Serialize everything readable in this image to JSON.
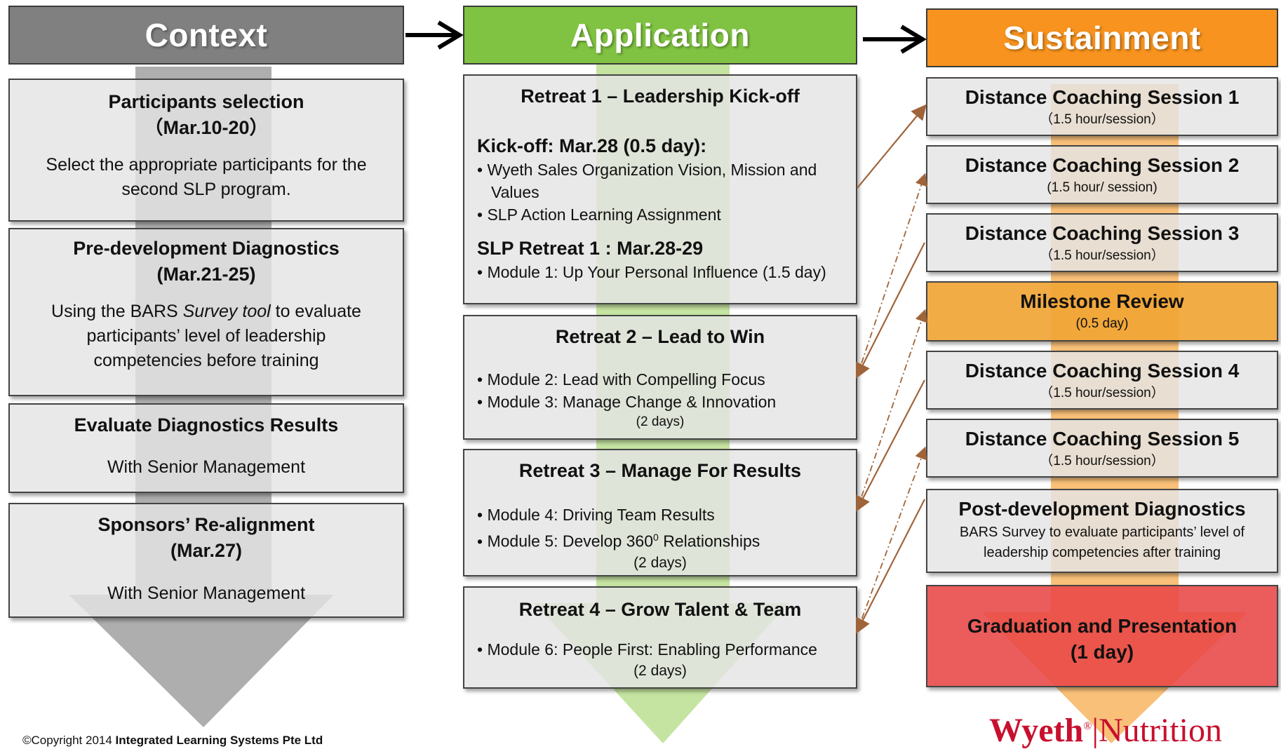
{
  "colors": {
    "context": "#808080",
    "application": "#80c342",
    "sustainment": "#f7931e",
    "milestone": "#f0a535",
    "graduation": "#e84a4a",
    "connector": "#a0643a"
  },
  "headers": {
    "context": "Context",
    "application": "Application",
    "sustainment": "Sustainment"
  },
  "context": {
    "participants": {
      "title": "Participants selection",
      "date": "（Mar.10-20）",
      "body": "Select the appropriate participants for the second SLP program."
    },
    "predev": {
      "title": "Pre-development Diagnostics",
      "date": "(Mar.21-25)",
      "body_pre": "Using the BARS ",
      "body_em": "Survey tool",
      "body_post": " to evaluate participants’ level of leadership competencies before training"
    },
    "evaluate": {
      "title": "Evaluate Diagnostics Results",
      "body": "With Senior Management"
    },
    "sponsors": {
      "title": "Sponsors’ Re-alignment",
      "date": "(Mar.27)",
      "body": "With Senior Management"
    }
  },
  "application": {
    "retreat1": {
      "title": "Retreat 1 – Leadership Kick-off",
      "kickoff": "Kick-off: Mar.28 (0.5 day):",
      "kickoff_items": [
        "Wyeth Sales Organization Vision, Mission and Values",
        "SLP Action Learning Assignment"
      ],
      "slp": "SLP Retreat 1 : Mar.28-29",
      "slp_items": [
        "Module 1: Up Your Personal Influence (1.5 day)"
      ]
    },
    "retreat2": {
      "title": "Retreat 2 – Lead to Win",
      "items": [
        "Module 2: Lead with Compelling Focus",
        "Module 3: Manage Change & Innovation"
      ],
      "duration": "(2 days)"
    },
    "retreat3": {
      "title": "Retreat 3 – Manage For Results",
      "items": [
        "Module 4: Driving Team Results"
      ],
      "item5_pre": "Module 5: Develop 360",
      "item5_sup": "0",
      "item5_post": " Relationships",
      "duration": "(2 days)"
    },
    "retreat4": {
      "title": "Retreat 4 – Grow Talent & Team",
      "items": [
        "Module 6: People First: Enabling Performance"
      ],
      "duration": "(2 days)"
    }
  },
  "sustainment": {
    "dc1": {
      "title": "Distance Coaching Session 1",
      "sub": "（1.5 hour/session）"
    },
    "dc2": {
      "title": "Distance Coaching Session 2",
      "sub": "(1.5 hour/ session)"
    },
    "dc3": {
      "title": "Distance Coaching Session 3",
      "sub": "（1.5 hour/session）"
    },
    "milestone": {
      "title": "Milestone Review",
      "sub": "(0.5 day)"
    },
    "dc4": {
      "title": "Distance Coaching Session 4",
      "sub": "（1.5 hour/session）"
    },
    "dc5": {
      "title": "Distance Coaching Session 5",
      "sub": "（1.5 hour/session）"
    },
    "postdev": {
      "title": "Post-development Diagnostics",
      "body": "BARS Survey  to evaluate participants’ level of leadership competencies after training"
    },
    "graduation": {
      "title": "Graduation and Presentation",
      "sub": "(1 day)"
    }
  },
  "footer": {
    "copyright_pre": "©Copyright 2014 ",
    "copyright_org": "Integrated Learning Systems Pte Ltd",
    "logo_left": "Wyeth",
    "logo_mark": "®",
    "logo_right": "Nutrition"
  }
}
